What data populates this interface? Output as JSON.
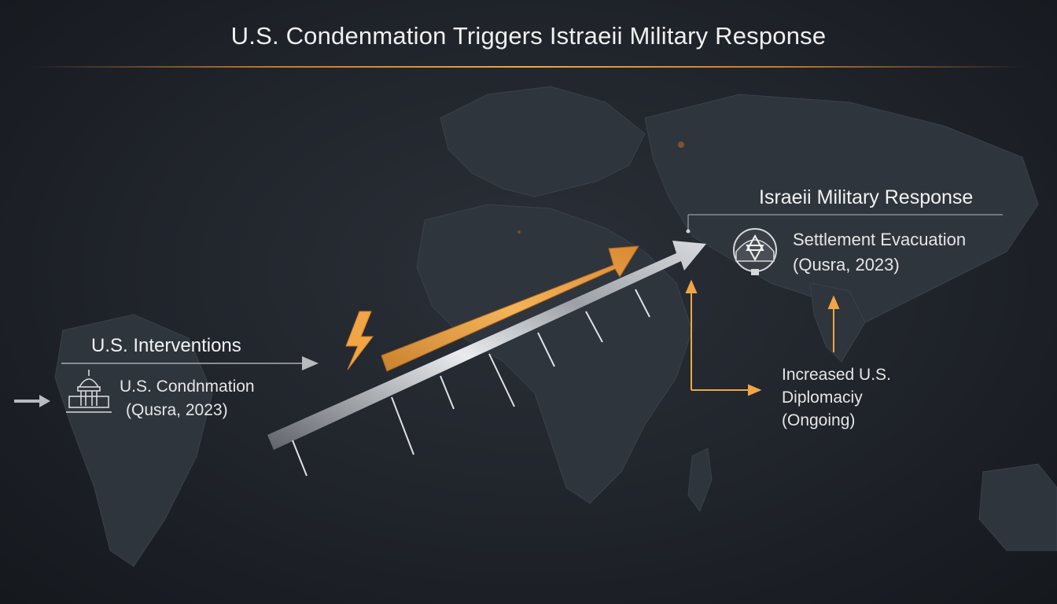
{
  "title": "U.S. Condenmation Triggers Istraeii Military Response",
  "left": {
    "heading": "U.S. Interventions",
    "node_line1": "U.S. Condnmation",
    "node_line2": "(Qusra, 2023)",
    "icon": "capitol-building-icon"
  },
  "right": {
    "heading": "Israeii Military Response",
    "node_line1": "Settlement Evacuation",
    "node_line2": "(Qusra, 2023)",
    "icon": "star-of-david-helmet-icon"
  },
  "diplomacy": {
    "line1": "Increased U.S.",
    "line2": "Diplomaciy",
    "line3": "(Ongoing)"
  },
  "colors": {
    "accent": "#f2a544",
    "background": "#1f232a",
    "timeline": "#c9ccd1"
  }
}
